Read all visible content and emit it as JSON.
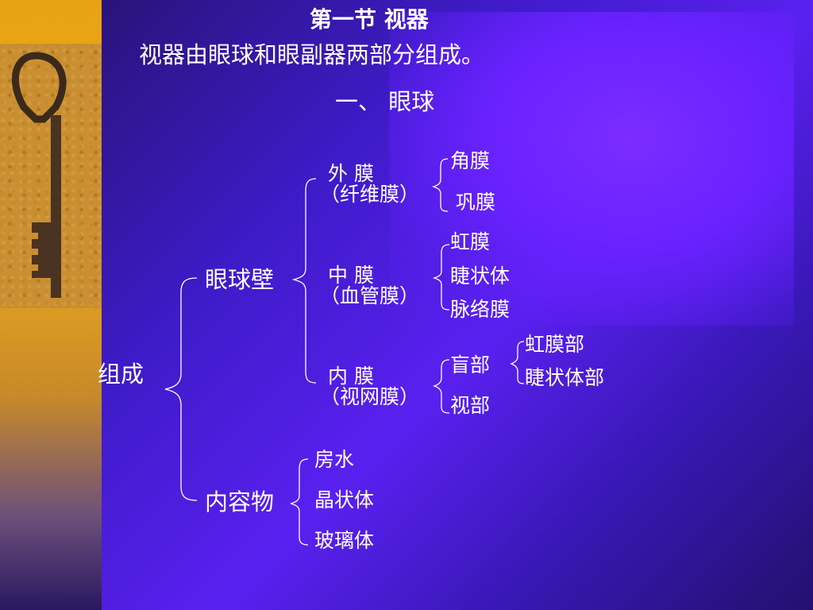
{
  "title": "第一节   视器",
  "subtitle": "视器由眼球和眼副器两部分组成。",
  "section": "一、 眼球",
  "tree": {
    "root": "组成",
    "wall": "眼球壁",
    "contents": "内容物",
    "outer": {
      "name": "外    膜",
      "alias": "（纤维膜）",
      "parts": [
        "角膜",
        "巩膜"
      ]
    },
    "middle": {
      "name": "中    膜",
      "alias": "（血管膜）",
      "parts": [
        "虹膜",
        "睫状体",
        "脉络膜"
      ]
    },
    "inner": {
      "name": "内    膜",
      "alias": "（视网膜）",
      "blind": "盲部",
      "optic": "视部",
      "blind_parts": [
        "虹膜部",
        "睫状体部"
      ]
    },
    "content_parts": [
      "房水",
      "晶状体",
      "玻璃体"
    ]
  }
}
